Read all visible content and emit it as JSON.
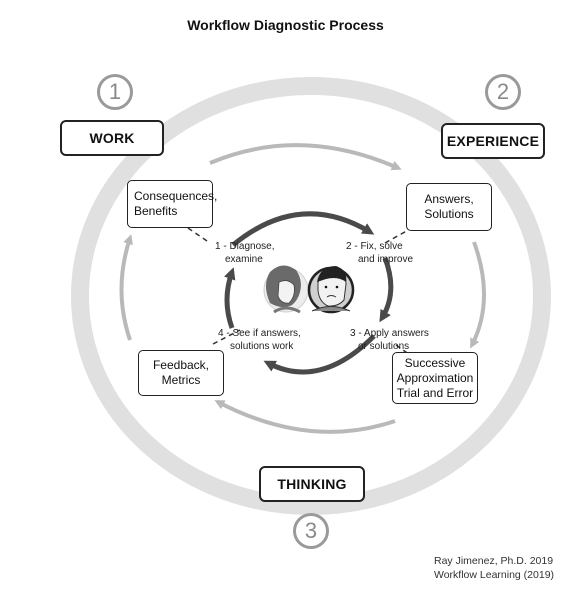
{
  "title": "Workflow Diagnostic Process",
  "phases": {
    "work": {
      "number": "1",
      "label": "WORK"
    },
    "experience": {
      "number": "2",
      "label": "EXPERIENCE"
    },
    "thinking": {
      "number": "3",
      "label": "THINKING"
    }
  },
  "steps": {
    "consequences": {
      "line1": "Consequences,",
      "line2": "Benefits"
    },
    "answers": {
      "line1": "Answers,",
      "line2": "Solutions"
    },
    "successive": {
      "line1": "Successive",
      "line2": "Approximation",
      "line3": "Trial and Error"
    },
    "feedback": {
      "line1": "Feedback,",
      "line2": "Metrics"
    }
  },
  "cycle_labels": {
    "diagnose": {
      "line1": "1 - Diagnose,",
      "line2": "examine"
    },
    "fix": {
      "line1": "2 - Fix, solve",
      "line2": "and improve"
    },
    "apply": {
      "line1": "3 - Apply answers",
      "line2": "or solutions"
    },
    "see": {
      "line1": "4 - See if answers,",
      "line2": "solutions work"
    }
  },
  "credit": {
    "line1": "Ray Jimenez, Ph.D. 2019",
    "line2": "Workflow Learning (2019)"
  },
  "colors": {
    "outer_ring": "#e0e0e0",
    "middle_arrows": "#b9b9b9",
    "inner_arrows": "#4a4a4a",
    "number_circle": "#9a9a9a"
  },
  "icons": [
    "woman-avatar-icon",
    "man-avatar-icon"
  ]
}
